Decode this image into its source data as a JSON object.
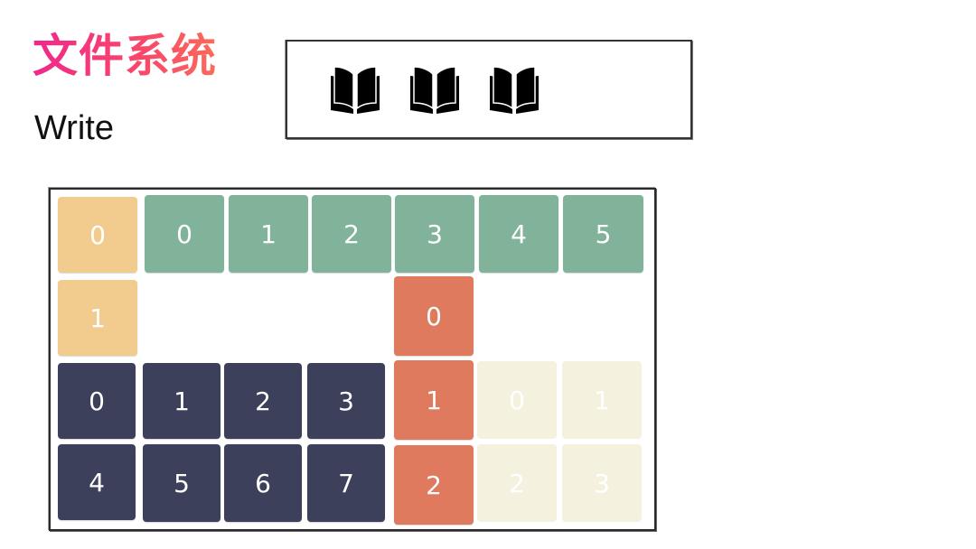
{
  "title": "文件系统",
  "subtitle": "Write",
  "book_panel": {
    "icons": [
      "open-book-icon",
      "open-book-icon",
      "open-book-icon"
    ]
  },
  "colors": {
    "orange": "#f2cc8f",
    "green": "#81b29a",
    "red": "#e07a5f",
    "navy": "#3d405b",
    "cream": "#f4f1de"
  },
  "blocks": {
    "orange": [
      "0",
      "1"
    ],
    "green": [
      "0",
      "1",
      "2",
      "3",
      "4",
      "5"
    ],
    "red": [
      "0",
      "1",
      "2"
    ],
    "navy": [
      "0",
      "1",
      "2",
      "3",
      "4",
      "5",
      "6",
      "7"
    ],
    "cream": [
      "0",
      "1",
      "2",
      "3"
    ]
  }
}
